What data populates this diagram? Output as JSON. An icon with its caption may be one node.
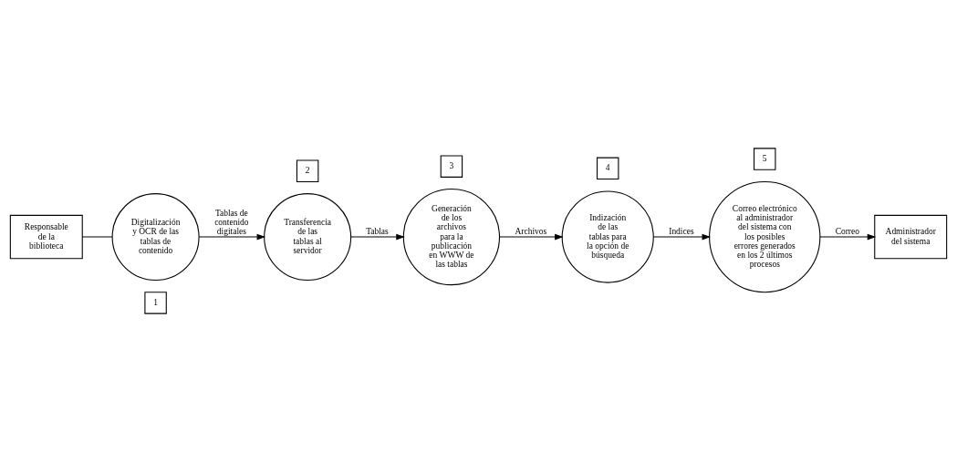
{
  "diagram": {
    "nodes": [
      {
        "text": [
          "1"
        ]
      },
      {
        "text": [
          "Responsable de la biblioteca"
        ]
      },
      {
        "text": [
          "Digitalización y OCR de las tablas de contenido"
        ]
      },
      {
        "text": [
          "2"
        ]
      },
      {
        "text": [
          "Transferencia de las tablas al servidor"
        ]
      },
      {
        "text": [
          "3"
        ]
      },
      {
        "text": [
          "Generación de los archivos para la publicación en WWW de las tablas"
        ]
      },
      {
        "text": [
          "5"
        ]
      },
      {
        "text": [
          "4"
        ]
      },
      {
        "text": [
          "Administrador del sistema"
        ]
      },
      {
        "text": [
          "Correo electrónico al administrador del sistema con los posibles errores generados en los 2 últimos procesos"
        ]
      },
      {
        "text": [
          "Indización de las tablas para la opción de búsqueda"
        ]
      }
    ],
    "edges": [
      {
        "from": 1,
        "to": 2,
        "arrow": "none"
      },
      {
        "from": 2,
        "to": 4,
        "arrow": "to",
        "label": "Tablas de contenido digitales"
      },
      {
        "from": 4,
        "to": 6,
        "arrow": "to",
        "label": "Tablas"
      },
      {
        "from": 6,
        "to": 11,
        "arrow": "to",
        "label": "Archivos"
      },
      {
        "from": 11,
        "to": 10,
        "arrow": "to",
        "label": "Indices"
      },
      {
        "from": 10,
        "to": 9,
        "arrow": "to",
        "label": "Correo"
      }
    ]
  }
}
